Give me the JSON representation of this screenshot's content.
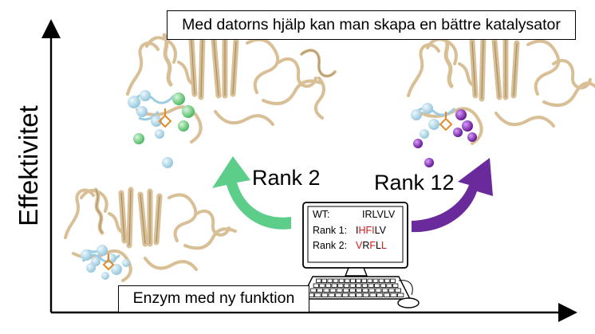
{
  "title": "Med datorns hjälp kan man skapa en bättre katalysator",
  "y_axis_label": "Effektivitet",
  "start_label": "Enzym med ny funktion",
  "arrows": [
    {
      "label": "Rank 2",
      "color": "#5cce8a"
    },
    {
      "label": "Rank 12",
      "color": "#6a2a9c"
    }
  ],
  "computer_screen": {
    "rows": [
      {
        "prefix": "WT:",
        "segments": [
          {
            "text": "IRLVLV",
            "mutated": false
          }
        ]
      },
      {
        "prefix": "Rank 1:",
        "segments": [
          {
            "text": "I",
            "mutated": false
          },
          {
            "text": "HFI",
            "mutated": true
          },
          {
            "text": "LV",
            "mutated": false
          }
        ]
      },
      {
        "prefix": "Rank 2:",
        "segments": [
          {
            "text": "V",
            "mutated": true
          },
          {
            "text": "R",
            "mutated": false
          },
          {
            "text": "F",
            "mutated": true
          },
          {
            "text": "L",
            "mutated": false
          },
          {
            "text": "L",
            "mutated": true
          }
        ]
      }
    ],
    "mutation_color": "#d11a1a"
  },
  "colors": {
    "protein": "#d8bf96",
    "protein_dark": "#a88e66",
    "light_blue_residue": "#b8dcec",
    "green_residue": "#7fd58c",
    "purple_residue": "#8a1fc7",
    "ligand": "#e08a2a"
  }
}
